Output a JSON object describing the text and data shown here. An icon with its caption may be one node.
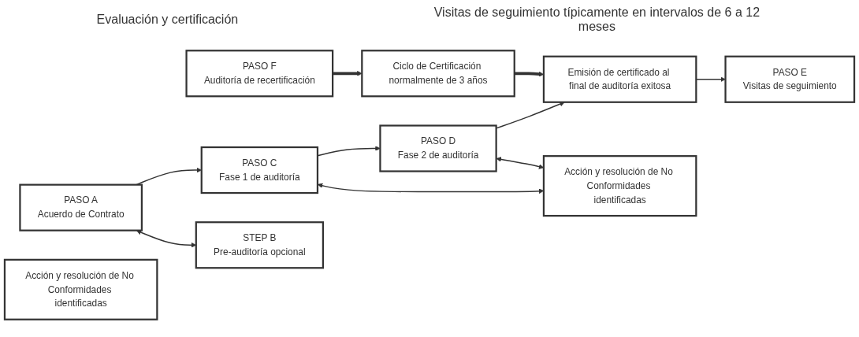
{
  "diagram": {
    "nodes": [
      {
        "text": [
          "PASO A",
          "Acuerdo de Contrato"
        ]
      },
      {
        "text": [
          "PASO C",
          "Fase 1 de auditoría"
        ]
      },
      {
        "text": [
          "PASO D",
          "Fase 2 de auditoría"
        ]
      },
      {
        "text": [
          "Emisión de certificado al final de auditoría exitosa"
        ]
      },
      {
        "text": [
          "PASO E",
          "Visitas de seguimiento"
        ]
      },
      {
        "text": [
          "Acción y resolución de No Conformidades identificadas"
        ]
      },
      {
        "text": [
          "PASO F",
          "Auditoría de recertificación"
        ]
      },
      {
        "text": [
          "STEP B",
          "Pre-auditoría opcional"
        ]
      },
      {
        "text": [
          "Acción y resolución de No Conformidades identificadas"
        ]
      },
      {
        "text": [
          "Ciclo de Certificación normalmente de 3 años"
        ]
      }
    ],
    "edges": [
      {
        "from": 0,
        "to": 1,
        "arrow": "to"
      },
      {
        "from": 1,
        "to": 2,
        "arrow": "to"
      },
      {
        "from": 2,
        "to": 3,
        "arrow": "to"
      },
      {
        "from": 3,
        "to": 4,
        "arrow": "to"
      },
      {
        "from": 0,
        "to": 7,
        "arrow": "both"
      },
      {
        "from": 1,
        "to": 8,
        "arrow": "both"
      },
      {
        "from": 2,
        "to": 8,
        "arrow": "both"
      },
      {
        "from": 6,
        "to": 9,
        "arrow": "to",
        "style": "thick"
      },
      {
        "from": 9,
        "to": 3,
        "arrow": "to",
        "style": "thick"
      }
    ],
    "labels": [
      "Evaluación y certificación",
      "Visitas de seguimiento típicamente en intervalos de 6 a 12 meses"
    ]
  }
}
